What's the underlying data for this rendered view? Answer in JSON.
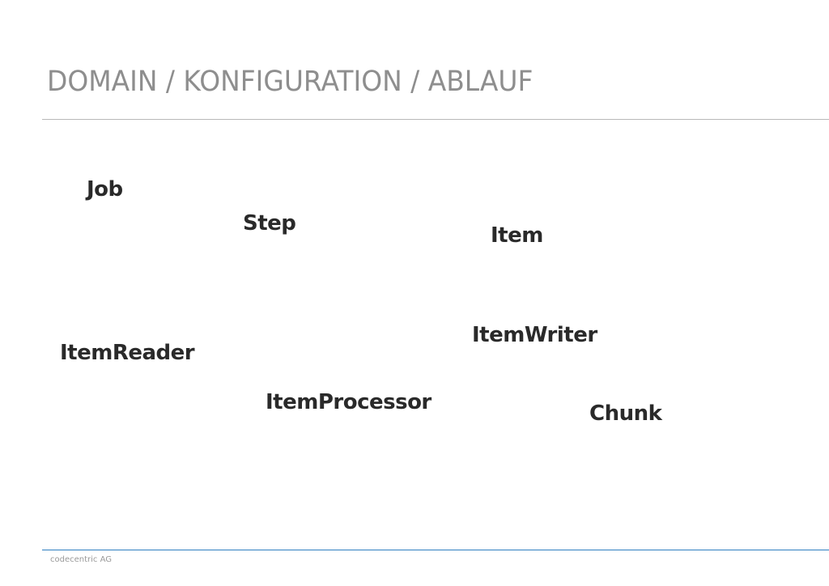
{
  "slide": {
    "title": "DOMAIN / KONFIGURATION / ABLAUF",
    "terms": {
      "job": "Job",
      "step": "Step",
      "item": "Item",
      "item_writer": "ItemWriter",
      "item_reader": "ItemReader",
      "item_processor": "ItemProcessor",
      "chunk": "Chunk"
    },
    "footer": "codecentric AG"
  },
  "colors": {
    "title": "#8e8e8e",
    "terms": "#2a2a2a",
    "title_rule": "#b8b8b8",
    "footer_rule": "#2f7fc0",
    "footer_text": "#9a9a9a"
  }
}
